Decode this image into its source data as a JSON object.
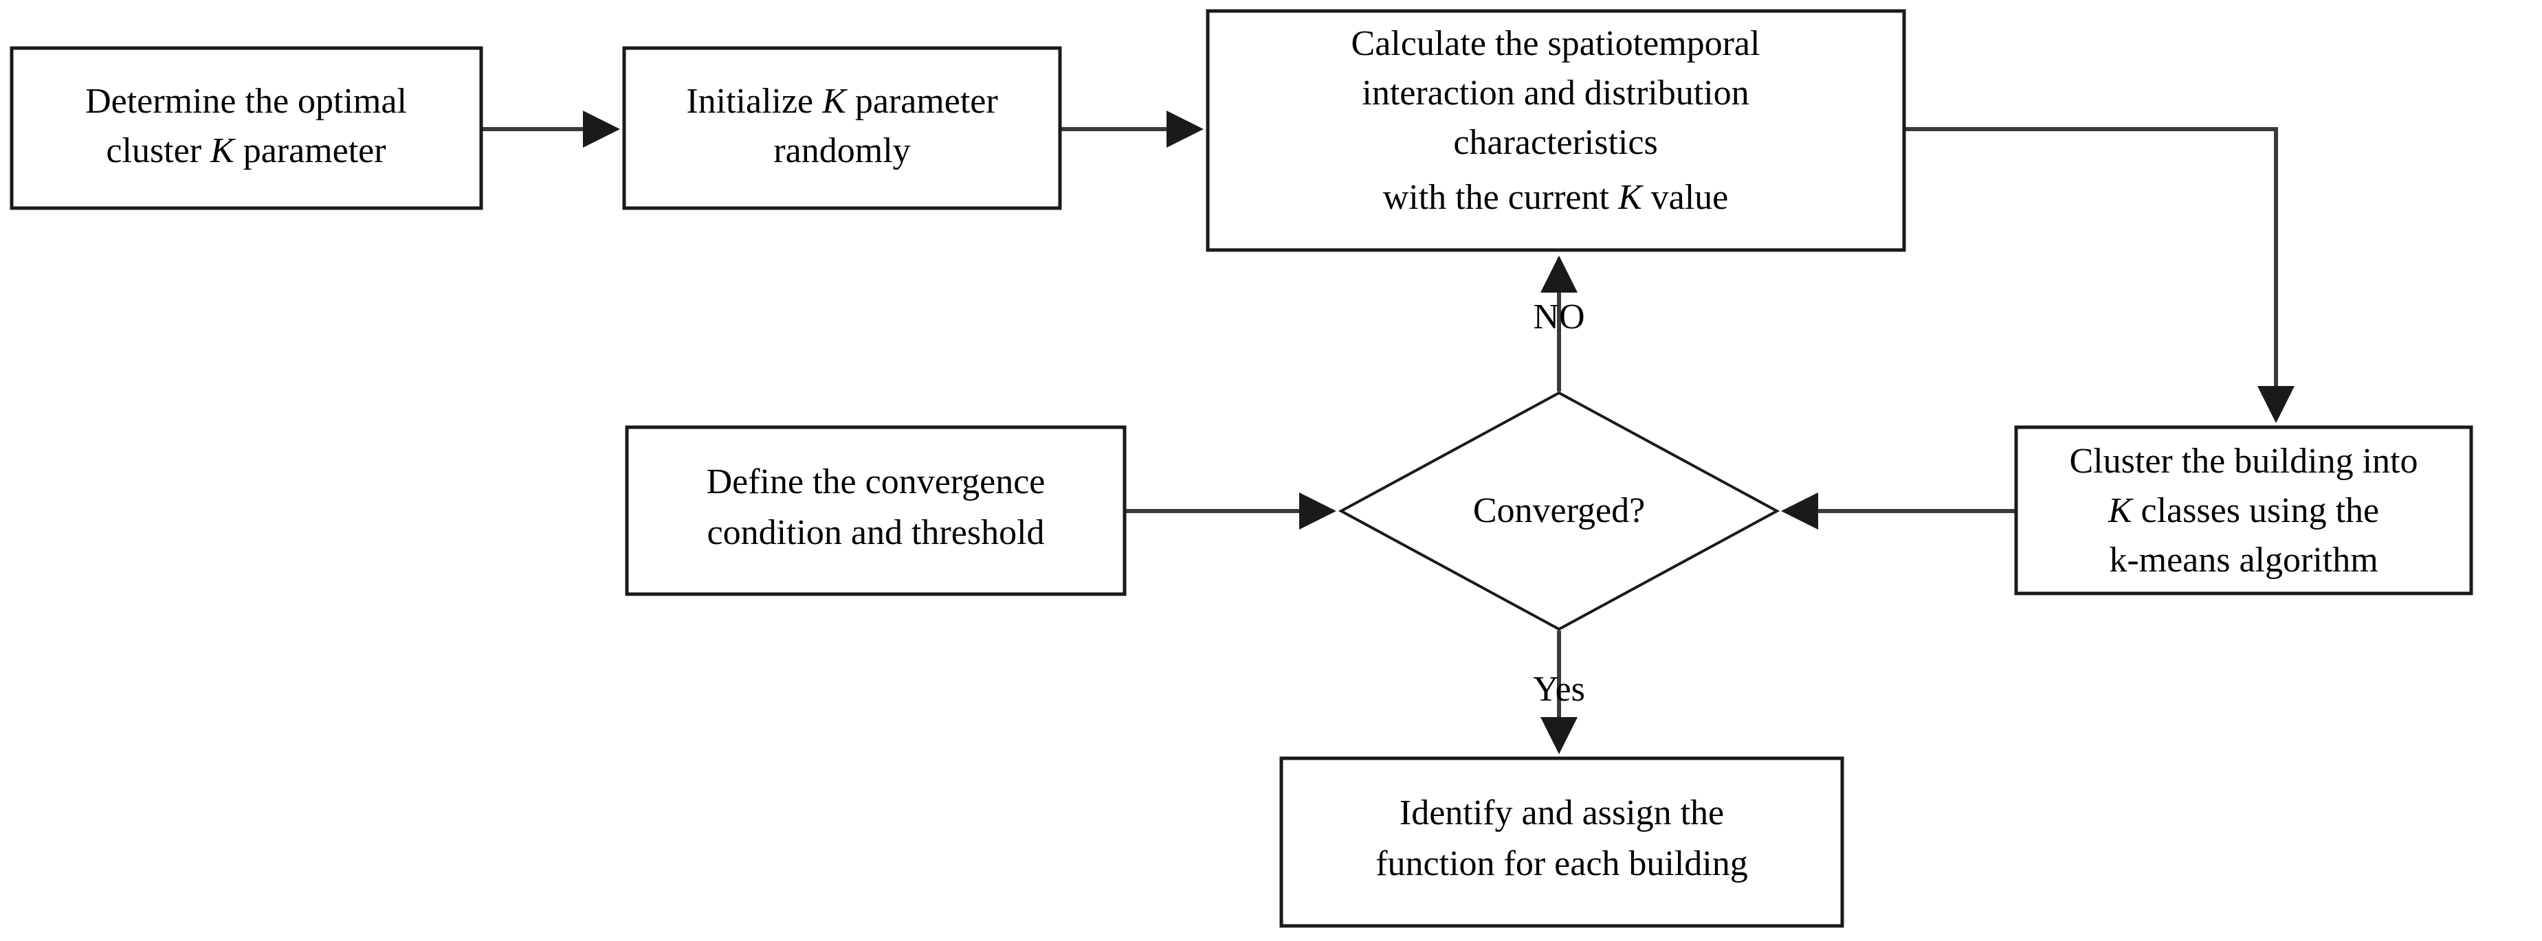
{
  "diagram": {
    "type": "flowchart",
    "title": "K-means building function clustering workflow",
    "colors": {
      "background": "#ffffff",
      "node_stroke": "#1a1a1a",
      "node_fill": "#ffffff",
      "edge_stroke": "#3a3a3a",
      "text": "#000000"
    },
    "nodes": [
      {
        "id": "determine-k",
        "shape": "rectangle",
        "lines": [
          [
            {
              "t": "Determine the optimal",
              "i": false
            }
          ],
          [
            {
              "t": "cluster ",
              "i": false
            },
            {
              "t": "K",
              "i": true
            },
            {
              "t": " parameter",
              "i": false
            }
          ]
        ]
      },
      {
        "id": "initialize-k",
        "shape": "rectangle",
        "lines": [
          [
            {
              "t": "Initialize ",
              "i": false
            },
            {
              "t": "K",
              "i": true
            },
            {
              "t": " parameter",
              "i": false
            }
          ],
          [
            {
              "t": "randomly",
              "i": false
            }
          ]
        ]
      },
      {
        "id": "calculate-characteristics",
        "shape": "rectangle",
        "lines": [
          [
            {
              "t": "Calculate the spatiotemporal",
              "i": false
            }
          ],
          [
            {
              "t": "interaction and distribution",
              "i": false
            }
          ],
          [
            {
              "t": "characteristics",
              "i": false
            }
          ],
          [
            {
              "t": "with the current ",
              "i": false
            },
            {
              "t": "K",
              "i": true
            },
            {
              "t": " value",
              "i": false
            }
          ]
        ]
      },
      {
        "id": "cluster-kmeans",
        "shape": "rectangle",
        "lines": [
          [
            {
              "t": "Cluster the building into",
              "i": false
            }
          ],
          [
            {
              "t": "K",
              "i": true
            },
            {
              "t": " classes using the",
              "i": false
            }
          ],
          [
            {
              "t": "k-means  algorithm",
              "i": false
            }
          ]
        ]
      },
      {
        "id": "define-convergence",
        "shape": "rectangle",
        "lines": [
          [
            {
              "t": "Define the convergence",
              "i": false
            }
          ],
          [
            {
              "t": "condition and threshold",
              "i": false
            }
          ]
        ]
      },
      {
        "id": "converged-decision",
        "shape": "diamond",
        "lines": [
          [
            {
              "t": "Converged?",
              "i": false
            }
          ]
        ]
      },
      {
        "id": "identify-function",
        "shape": "rectangle",
        "lines": [
          [
            {
              "t": "Identify and assign the",
              "i": false
            }
          ],
          [
            {
              "t": "function for each building",
              "i": false
            }
          ]
        ]
      }
    ],
    "edges": [
      {
        "id": "e1",
        "from": "determine-k",
        "to": "initialize-k",
        "label": ""
      },
      {
        "id": "e2",
        "from": "initialize-k",
        "to": "calculate-characteristics",
        "label": ""
      },
      {
        "id": "e3",
        "from": "calculate-characteristics",
        "to": "cluster-kmeans",
        "label": ""
      },
      {
        "id": "e4",
        "from": "cluster-kmeans",
        "to": "converged-decision",
        "label": ""
      },
      {
        "id": "e5",
        "from": "define-convergence",
        "to": "converged-decision",
        "label": ""
      },
      {
        "id": "e6",
        "from": "converged-decision",
        "to": "calculate-characteristics",
        "label": "NO"
      },
      {
        "id": "e7",
        "from": "converged-decision",
        "to": "identify-function",
        "label": "Yes"
      }
    ],
    "edge_labels": {
      "no": "NO",
      "yes": "Yes"
    }
  }
}
